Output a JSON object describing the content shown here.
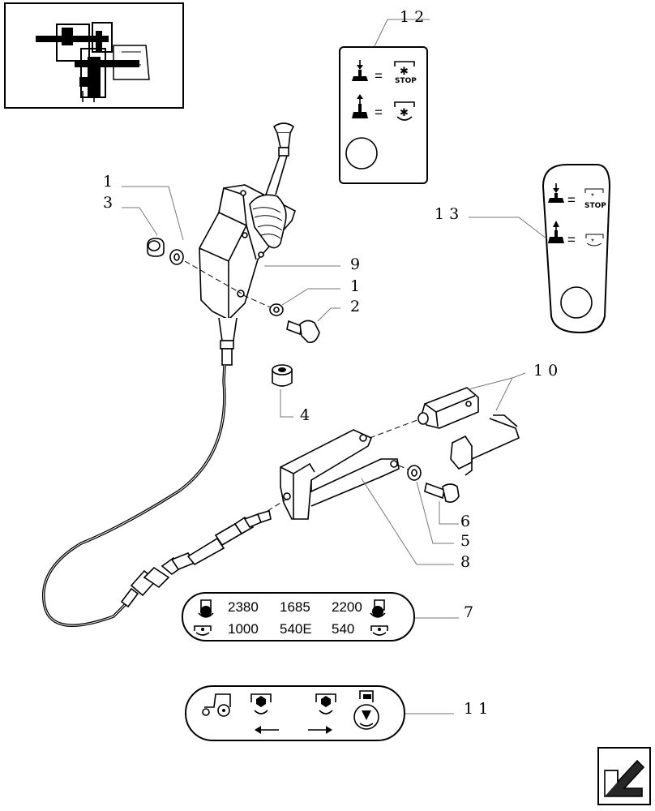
{
  "callouts": {
    "c1_top": "1",
    "c3": "3",
    "c9": "9",
    "c1_mid": "1",
    "c2": "2",
    "c4": "4",
    "c10": "10",
    "c6": "6",
    "c5": "5",
    "c8": "8",
    "c7": "7",
    "c11": "11",
    "c12": "12",
    "c13": "13"
  },
  "decal12": {
    "stop_label": "STOP"
  },
  "decal13": {
    "stop_label": "STOP"
  },
  "decal7": {
    "row1": [
      "2380",
      "1685",
      "2200"
    ],
    "row2": [
      "1000",
      "540E",
      "540"
    ]
  },
  "icons": [
    "pto-engage-icon",
    "pto-disengage-icon",
    "tractor-icon",
    "arrow-left-icon",
    "arrow-right-icon",
    "next-page-arrow-icon"
  ]
}
